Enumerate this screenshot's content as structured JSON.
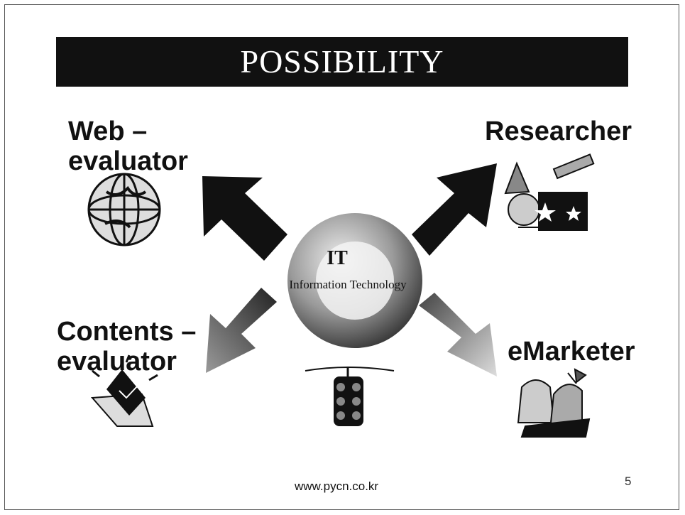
{
  "slide": {
    "title": "POSSIBILITY",
    "center": {
      "title": "IT",
      "subtitle": "Information Technology"
    },
    "roles": {
      "web_evaluator": "Web –\nevaluator",
      "researcher": "Researcher",
      "contents_evaluator": "Contents –\nevaluator",
      "emarketer": "eMarketer"
    },
    "footer_url": "www.pycn.co.kr",
    "page_number": "5"
  }
}
